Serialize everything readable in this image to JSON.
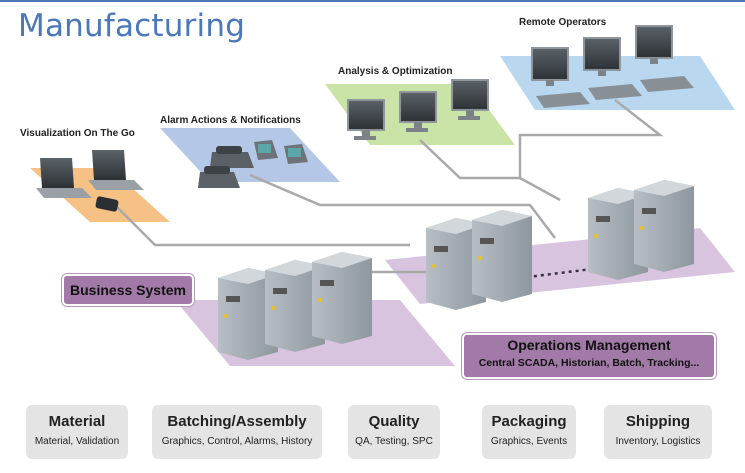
{
  "title": "Manufacturing",
  "zones": {
    "mobile": "Visualization On The Go",
    "alarm": "Alarm Actions & Notifications",
    "analysis": "Analysis & Optimization",
    "remote": "Remote Operators"
  },
  "tags": {
    "business": "Business System",
    "ops_title": "Operations Management",
    "ops_subtitle": "Central SCADA, Historian, Batch, Tracking..."
  },
  "boxes": [
    {
      "title": "Material",
      "subtitle": "Material, Validation"
    },
    {
      "title": "Batching/Assembly",
      "subtitle": "Graphics, Control, Alarms, History"
    },
    {
      "title": "Quality",
      "subtitle": "QA, Testing, SPC"
    },
    {
      "title": "Packaging",
      "subtitle": "Graphics, Events"
    },
    {
      "title": "Shipping",
      "subtitle": "Inventory, Logistics"
    }
  ],
  "colors": {
    "title": "#4a78b8",
    "mobile_zone": "#f6c184",
    "alarm_zone": "#b4c7e7",
    "analysis_zone": "#c9e4a6",
    "remote_zone": "#b9d8f0",
    "server_zone": "#d9c4e0",
    "tag": "#a27aa8",
    "box": "#e4e4e4"
  }
}
